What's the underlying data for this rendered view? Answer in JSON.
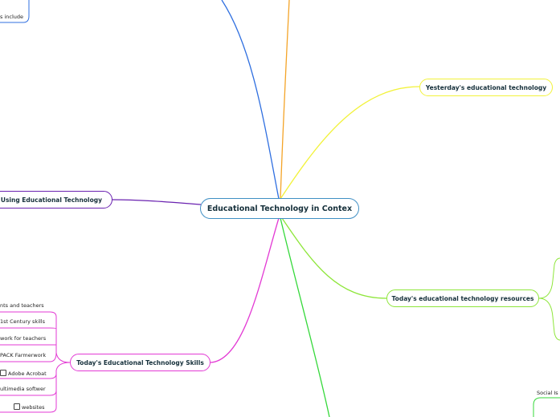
{
  "central": {
    "label": "Educational Technology in Contex",
    "color": "#3f8fc4"
  },
  "branches": {
    "yesterday": {
      "label": "Yesterday's educational technology",
      "color": "#f2f23a"
    },
    "resources": {
      "label": "Today's educational technology resources",
      "color": "#8ee63a"
    },
    "skills": {
      "label": "Today's Educational Technology Skills",
      "color": "#e33ad4"
    },
    "using": {
      "label": "or Using Educational  Technology",
      "color": "#6a22b0"
    },
    "top_blue": {
      "color": "#2f6fe0"
    },
    "top_orange": {
      "color": "#f4a428"
    },
    "bottom_green": {
      "color": "#35d83a"
    }
  },
  "top_leaf": {
    "label": "s include"
  },
  "skills_items": [
    {
      "label": "nts and teachers",
      "checkbox": false
    },
    {
      "label": "1st Century skills",
      "checkbox": false
    },
    {
      "label": "work for teachers",
      "checkbox": false
    },
    {
      "label": "PACK Farmerwork",
      "checkbox": false
    },
    {
      "label": "Adobe Acrobat",
      "checkbox": true
    },
    {
      "label": "ultimedia softwer",
      "checkbox": false
    },
    {
      "label": "websites",
      "checkbox": true
    }
  ],
  "social_item": {
    "label": "Social Is"
  }
}
